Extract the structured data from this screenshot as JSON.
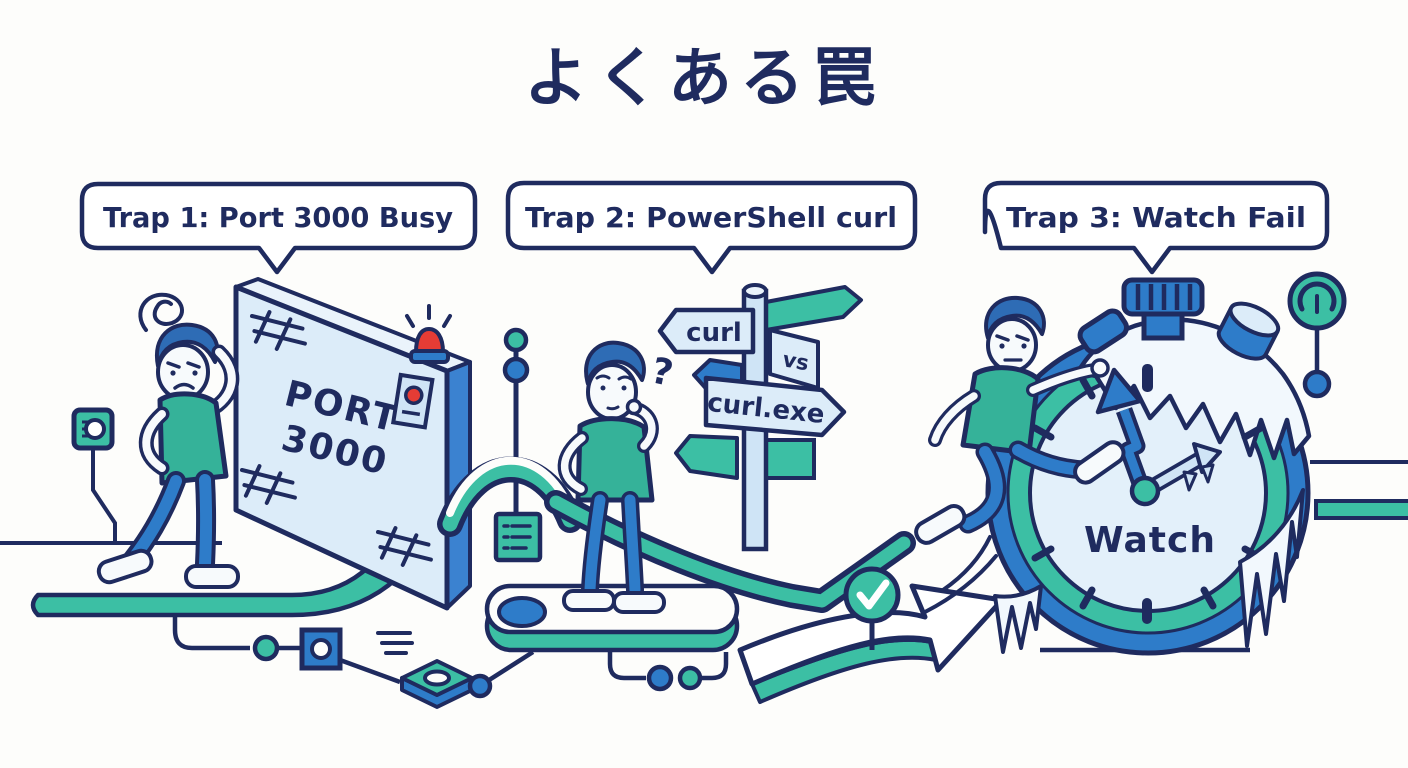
{
  "title": "よくある罠",
  "traps": [
    {
      "label": "Trap 1: Port 3000 Busy"
    },
    {
      "label": "Trap 2: PowerShell curl"
    },
    {
      "label": "Trap 3: Watch Fail"
    }
  ],
  "wall": {
    "line1": "PORT",
    "line2": "3000"
  },
  "signpost": {
    "left_sign": "curl",
    "middle_sign": "vs",
    "bottom_sign": "curl.exe"
  },
  "stopwatch": {
    "label": "Watch"
  },
  "decorations": {
    "question_mark": "?"
  },
  "icons": [
    "siren-icon",
    "badge-icon",
    "plug-socket-icon",
    "checklist-card-icon",
    "check-circle-icon",
    "gauge-icon",
    "node-square-icon",
    "diamond-port-icon"
  ],
  "colors": {
    "navy_outline": "#1f2b5f",
    "teal_path": "#3cbfa4",
    "shirt_green": "#35b299",
    "blue": "#2e7cc9",
    "hair_blue": "#2e6cb5",
    "light_blue_fill": "#dcecf9",
    "ice_white": "#f2f8fd",
    "siren_red": "#e53c35",
    "background": "#fdfdfb"
  }
}
